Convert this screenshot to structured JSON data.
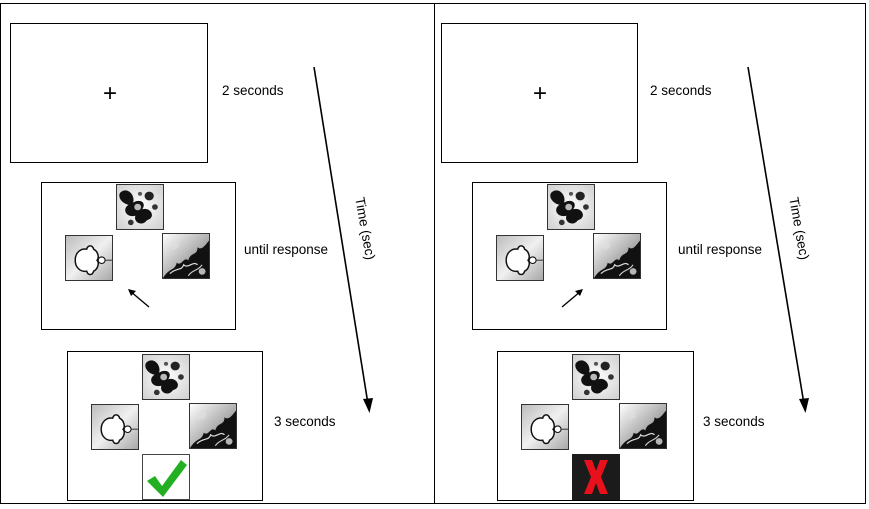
{
  "figure": {
    "panels": [
      {
        "id": "correct",
        "fixation": {
          "symbol": "+",
          "duration": "2 seconds"
        },
        "choice": {
          "duration": "until response",
          "arrow": "up-left"
        },
        "feedback": {
          "duration": "3 seconds",
          "icon": "check-mark-icon",
          "color": "#22b022"
        }
      },
      {
        "id": "incorrect",
        "fixation": {
          "symbol": "+",
          "duration": "2 seconds"
        },
        "choice": {
          "duration": "until response",
          "arrow": "up-right"
        },
        "feedback": {
          "duration": "3 seconds",
          "icon": "x-mark-icon",
          "color": "#e8101a"
        }
      }
    ],
    "time_axis_label": "Time (sec)",
    "stimulus_icons": [
      "fractal-top-icon",
      "fractal-left-icon",
      "fractal-right-icon"
    ]
  }
}
